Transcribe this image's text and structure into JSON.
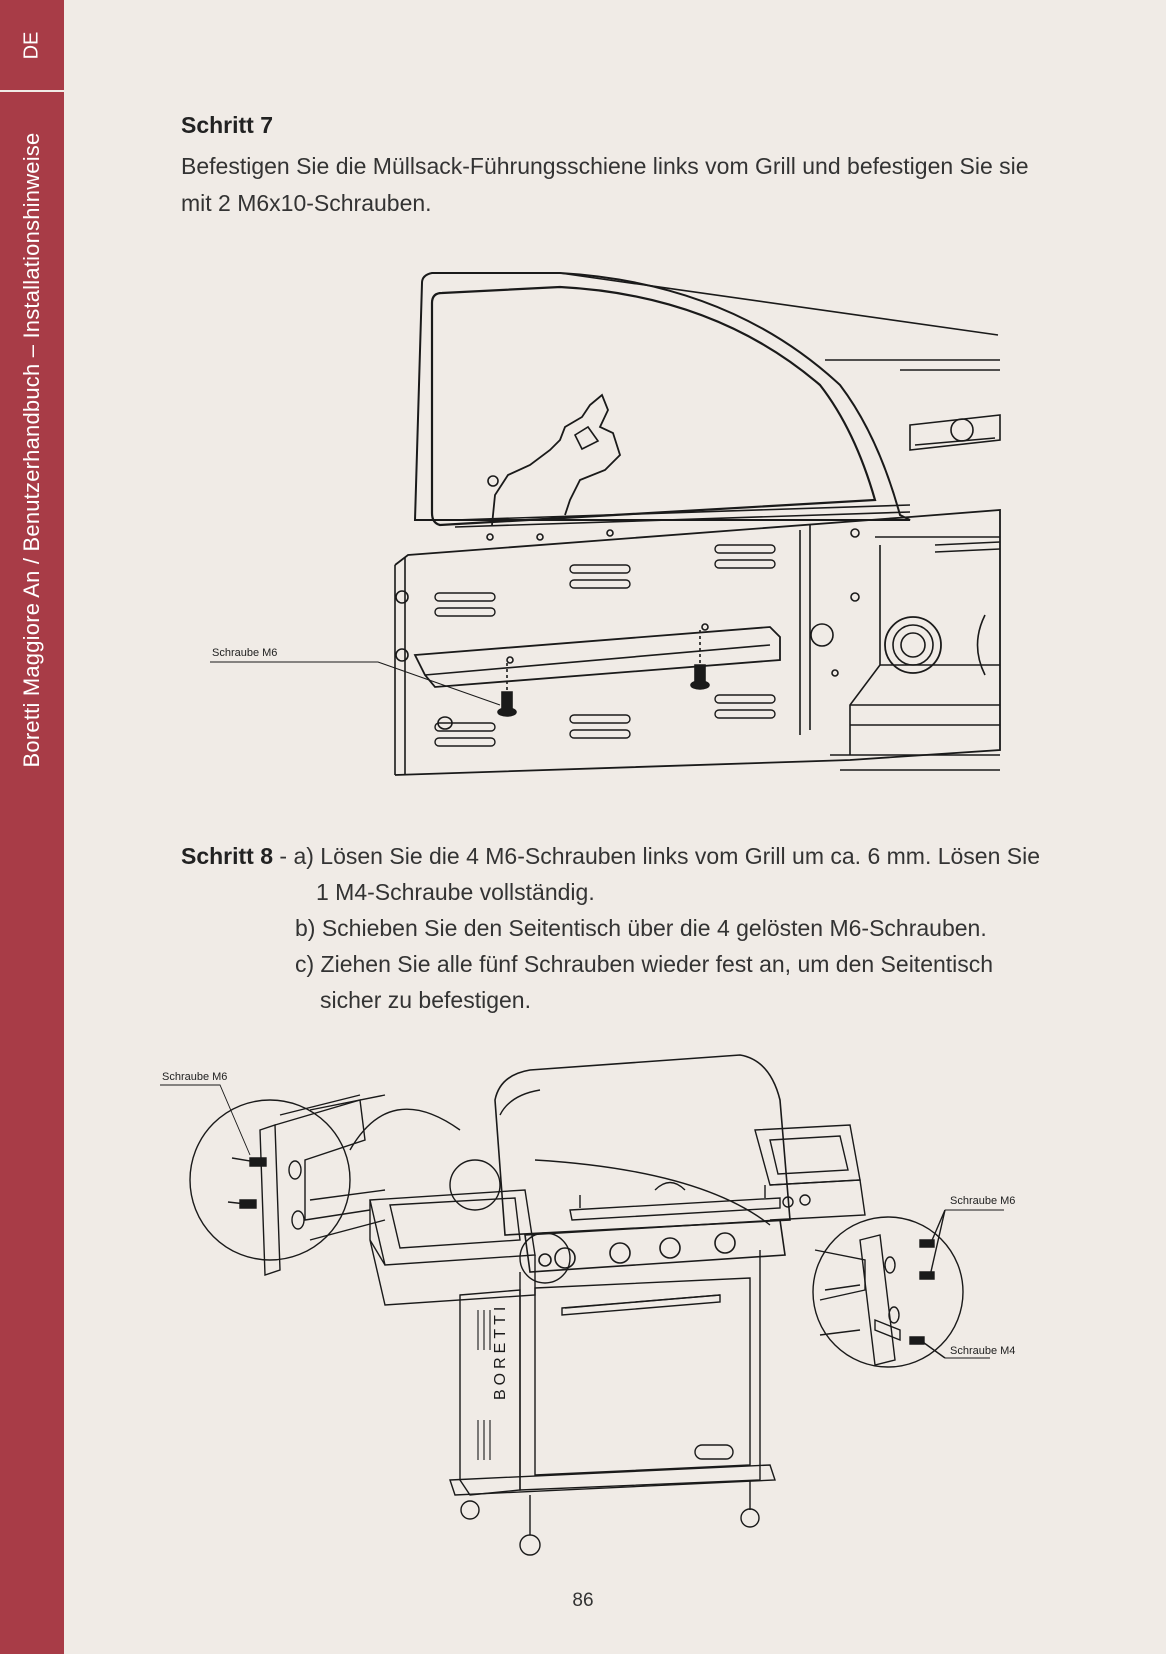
{
  "sidebar": {
    "lang": "DE",
    "title": "Boretti Maggiore An / Benutzerhandbuch – Installationshinweise"
  },
  "step7": {
    "title": "Schritt 7",
    "text_line1": "Befestigen Sie die Müllsack-Führungsschiene links vom Grill und befestigen Sie sie",
    "text_line2": "mit 2 M6x10-Schrauben.",
    "callout": "Schraube M6"
  },
  "step8": {
    "title": "Schritt 8",
    "a_line1": " - a) Lösen Sie die 4 M6-Schrauben links vom Grill um ca. 6 mm. Lösen Sie",
    "a_line2": "1 M4-Schraube vollständig.",
    "b": "b) Schieben Sie den Seitentisch über die 4 gelösten M6-Schrauben.",
    "c_line1": "c) Ziehen Sie alle fünf Schrauben wieder fest an, um den Seitentisch",
    "c_line2": "sicher zu befestigen.",
    "callout_left": "Schraube M6",
    "callout_right_m6": "Schraube M6",
    "callout_right_m4": "Schraube M4",
    "brand_mark": "BORETTI"
  },
  "page_number": "86"
}
